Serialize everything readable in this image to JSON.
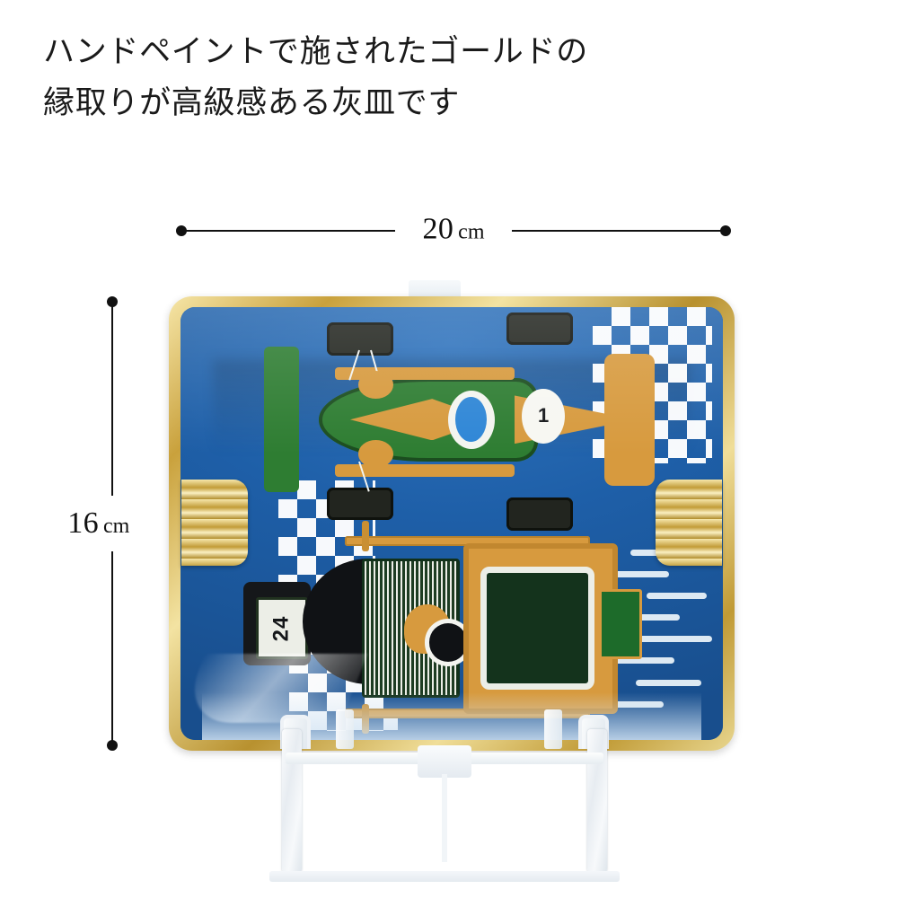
{
  "heading": {
    "line1": "ハンドペイントで施されたゴールドの",
    "line2": "縁取りが高級感ある灰皿です"
  },
  "dimensions": {
    "width": {
      "value": "20",
      "unit": "cm",
      "label": "20 cm"
    },
    "height": {
      "value": "16",
      "unit": "cm",
      "label": "16 cm"
    }
  },
  "product": {
    "type": "porcelain-ashtray",
    "rim_finish": "hand-painted gold",
    "background_color": "#1e5fa8",
    "gold_color": "#c9a13c",
    "accent_green": "#2e7d32",
    "accent_orange": "#d79a3e",
    "artwork": {
      "theme": "racing cars",
      "f1_car_number": "1",
      "vintage_car_number": "24"
    }
  },
  "stand": {
    "type": "acrylic-display-stand",
    "color": "#eef2f6"
  }
}
